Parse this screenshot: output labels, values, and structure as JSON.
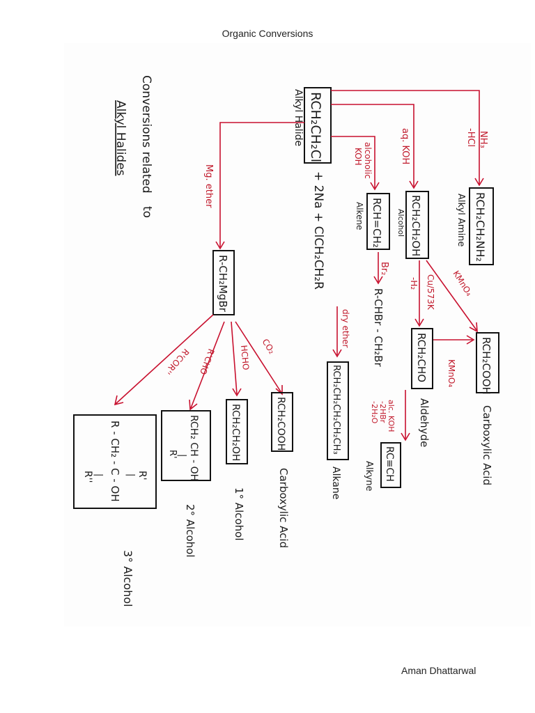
{
  "header": {
    "title": "Organic Conversions"
  },
  "footer": {
    "author": "Aman Dhattarwal"
  },
  "page_title": {
    "line1": "Conversions related",
    "line2": "to",
    "line3": "Alkyl Halides"
  },
  "compounds": {
    "alkyl_halide": "RCH₂CH₂Cl",
    "alkyl_halide_label": "Alkyl Halide",
    "alkyl_amine": "RCH₂CH₂NH₂",
    "alkyl_amine_label": "Alkyl Amine",
    "alcohol": "RCH₂CH₂OH",
    "alcohol_label": "Alcohol",
    "alkene": "RCH=CH₂",
    "alkene_label": "Alkene",
    "grignard": "R-CH₂MgBr",
    "dibromide": "R-CHBr - CH₂Br",
    "aldehyde": "RCH₂CHO",
    "aldehyde_label": "Aldehyde",
    "acid_top": "RCH₂COOH",
    "acid_top_label": "Carboxylic Acid",
    "alkyne": "RC≡CH",
    "alkyne_label": "Alkyne",
    "alkane": "RCH₂CH₂CH₂CH₂CH₃",
    "alkane_label": "Alkane",
    "wurtz_line": "+ 2Na + ClCH₂CH₂R",
    "acid_bottom": "RCH₂COOH",
    "acid_bottom_label": "Carboxylic Acid",
    "primary_alcohol": "RCH₂CH₂OH",
    "primary_alcohol_label": "1° Alcohol",
    "secondary_alcohol_line1": "RCH₂ CH - OH",
    "secondary_alcohol_line2": "|",
    "secondary_alcohol_line3": "R'",
    "secondary_alcohol_label": "2° Alcohol",
    "tertiary_line1": "R'",
    "tertiary_line2": "|",
    "tertiary_line3": "R - CH₂ - C - OH",
    "tertiary_line4": "|",
    "tertiary_line5": "R''",
    "tertiary_label": "3° Alcohol"
  },
  "reagents": {
    "nh3": "NH₃",
    "minus_hcl": "-HCl",
    "aq_koh": "aq. KOH",
    "alcoholic_koh_1": "alcoholic",
    "alcoholic_koh_2": "KOH",
    "mg_ether": "Mg. ether",
    "kmno4_a": "KMnO₄",
    "cu_573k": "Cu/573K",
    "minus_h2": "-H₂",
    "kmno4_b": "KMnO₄",
    "br2": "Br₂",
    "dry_ether": "dry ether",
    "alc_koh": "alc. KOH",
    "minus_2hbr": "-2HBr",
    "minus_2h2o": "-2H₂O",
    "co2": "CO₂",
    "hcho": "HCHO",
    "rcho": "R'CHO",
    "rcor": "R'COR''"
  }
}
